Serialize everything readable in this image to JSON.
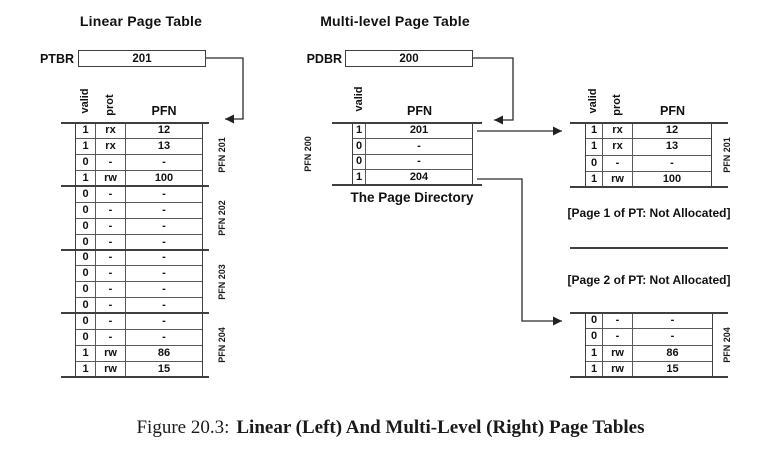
{
  "colors": {
    "line": "#3f3f3f",
    "thin": "#5a5a5a",
    "ink": "#111111",
    "bg": "#ffffff"
  },
  "titles": {
    "linear": "Linear Page Table",
    "multilevel": "Multi-level Page Table"
  },
  "registers": {
    "ptbr": {
      "label": "PTBR",
      "value": "201"
    },
    "pdbr": {
      "label": "PDBR",
      "value": "200"
    }
  },
  "headers": {
    "valid": "valid",
    "prot": "prot",
    "pfn": "PFN"
  },
  "linear_table": {
    "groups": [
      {
        "label": "PFN 201",
        "rows": [
          {
            "valid": "1",
            "prot": "rx",
            "pfn": "12"
          },
          {
            "valid": "1",
            "prot": "rx",
            "pfn": "13"
          },
          {
            "valid": "0",
            "prot": "-",
            "pfn": "-"
          },
          {
            "valid": "1",
            "prot": "rw",
            "pfn": "100"
          }
        ]
      },
      {
        "label": "PFN 202",
        "rows": [
          {
            "valid": "0",
            "prot": "-",
            "pfn": "-"
          },
          {
            "valid": "0",
            "prot": "-",
            "pfn": "-"
          },
          {
            "valid": "0",
            "prot": "-",
            "pfn": "-"
          },
          {
            "valid": "0",
            "prot": "-",
            "pfn": "-"
          }
        ]
      },
      {
        "label": "PFN 203",
        "rows": [
          {
            "valid": "0",
            "prot": "-",
            "pfn": "-"
          },
          {
            "valid": "0",
            "prot": "-",
            "pfn": "-"
          },
          {
            "valid": "0",
            "prot": "-",
            "pfn": "-"
          },
          {
            "valid": "0",
            "prot": "-",
            "pfn": "-"
          }
        ]
      },
      {
        "label": "PFN 204",
        "rows": [
          {
            "valid": "0",
            "prot": "-",
            "pfn": "-"
          },
          {
            "valid": "0",
            "prot": "-",
            "pfn": "-"
          },
          {
            "valid": "1",
            "prot": "rw",
            "pfn": "86"
          },
          {
            "valid": "1",
            "prot": "rw",
            "pfn": "15"
          }
        ]
      }
    ]
  },
  "page_directory": {
    "frame_label": "PFN 200",
    "caption": "The Page Directory",
    "rows": [
      {
        "valid": "1",
        "pfn": "201"
      },
      {
        "valid": "0",
        "pfn": "-"
      },
      {
        "valid": "0",
        "pfn": "-"
      },
      {
        "valid": "1",
        "pfn": "204"
      }
    ]
  },
  "right_pages": {
    "page201": {
      "label": "PFN 201",
      "rows": [
        {
          "valid": "1",
          "prot": "rx",
          "pfn": "12"
        },
        {
          "valid": "1",
          "prot": "rx",
          "pfn": "13"
        },
        {
          "valid": "0",
          "prot": "-",
          "pfn": "-"
        },
        {
          "valid": "1",
          "prot": "rw",
          "pfn": "100"
        }
      ]
    },
    "not_allocated_1": "[Page 1 of PT: Not Allocated]",
    "not_allocated_2": "[Page 2 of PT: Not Allocated]",
    "page204": {
      "label": "PFN 204",
      "rows": [
        {
          "valid": "0",
          "prot": "-",
          "pfn": "-"
        },
        {
          "valid": "0",
          "prot": "-",
          "pfn": "-"
        },
        {
          "valid": "1",
          "prot": "rw",
          "pfn": "86"
        },
        {
          "valid": "1",
          "prot": "rw",
          "pfn": "15"
        }
      ]
    }
  },
  "figure_caption": {
    "prefix": "Figure 20.3:",
    "title": "Linear (Left) And Multi-Level (Right) Page Tables"
  }
}
